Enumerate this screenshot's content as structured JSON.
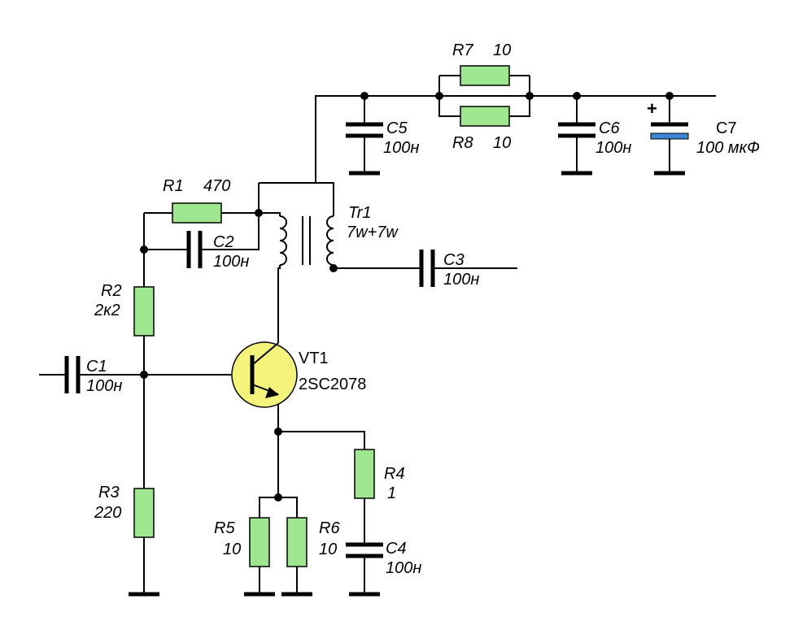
{
  "colors": {
    "resistor_fill": "#9ee78f",
    "transistor_fill": "#f4f47a",
    "electrolytic_plate": "#3a86d4",
    "wire": "#000000",
    "background": "#ffffff"
  },
  "components": {
    "r1": {
      "ref": "R1",
      "value": "470"
    },
    "r2": {
      "ref": "R2",
      "value": "2к2"
    },
    "r3": {
      "ref": "R3",
      "value": "220"
    },
    "r4": {
      "ref": "R4",
      "value": "1"
    },
    "r5": {
      "ref": "R5",
      "value": "10"
    },
    "r6": {
      "ref": "R6",
      "value": "10"
    },
    "r7": {
      "ref": "R7",
      "value": "10"
    },
    "r8": {
      "ref": "R8",
      "value": "10"
    },
    "c1": {
      "ref": "C1",
      "value": "100н"
    },
    "c2": {
      "ref": "C2",
      "value": "100н"
    },
    "c3": {
      "ref": "C3",
      "value": "100н"
    },
    "c4": {
      "ref": "C4",
      "value": "100н"
    },
    "c5": {
      "ref": "C5",
      "value": "100н"
    },
    "c6": {
      "ref": "C6",
      "value": "100н"
    },
    "c7": {
      "ref": "C7",
      "value": "100 мкФ",
      "polarity": "+"
    },
    "tr1": {
      "ref": "Tr1",
      "value": "7w+7w"
    },
    "vt1": {
      "ref": "VT1",
      "value": "2SC2078"
    }
  }
}
